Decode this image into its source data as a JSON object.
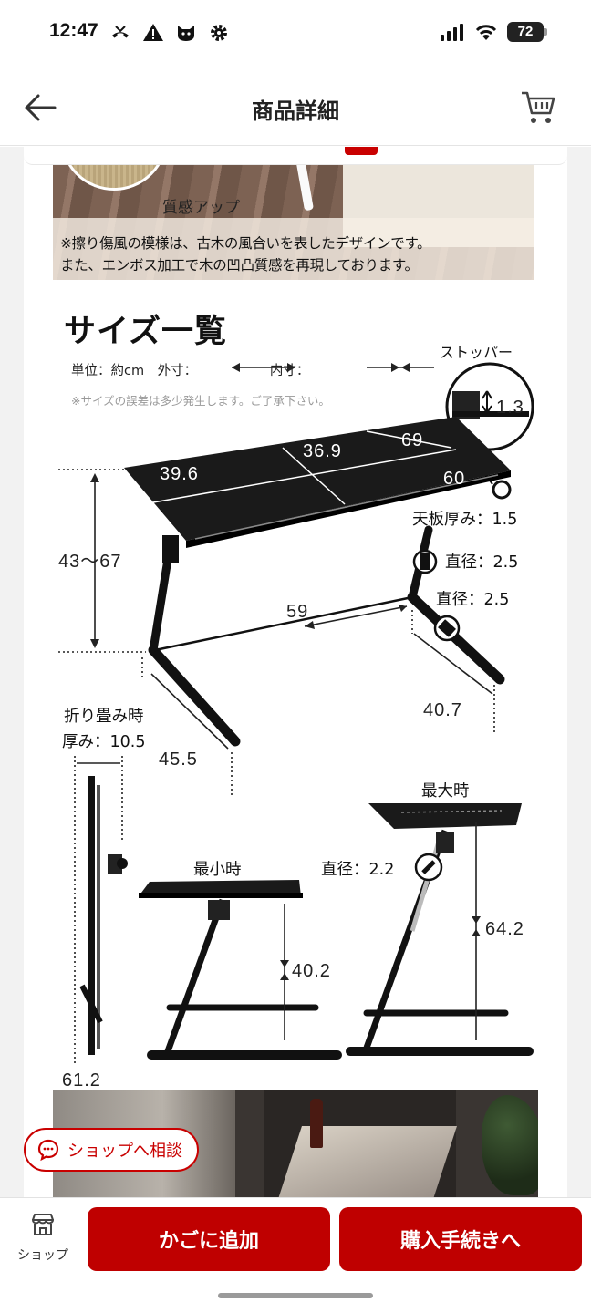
{
  "status_bar": {
    "time": "12:47",
    "battery": "72"
  },
  "header": {
    "title": "商品詳細"
  },
  "banner": {
    "label": "質感アップ",
    "note_line1": "※擦り傷風の模様は、古木の風合いを表したデザインです。",
    "note_line2": "また、エンボス加工で木の凹凸質感を再現しております。"
  },
  "size_chart": {
    "title": "サイズ一覧",
    "units": "単位：約cm　外寸：　　　　　　内寸：",
    "note": "※サイズの誤差は多少発生します。ご了承下さい。",
    "stopper": "ストッパー",
    "stopper_height": "1.3",
    "top_depth": "39.6",
    "inner_depth": "36.9",
    "top_width": "69",
    "inner_width": "60",
    "height_range": "43〜67",
    "top_thickness": "天板厚み：1.5",
    "pipe_diameter_1": "直径：2.5",
    "pipe_diameter_2": "直径：2.5",
    "base_inner_width": "59",
    "base_depth": "40.7",
    "base_width": "45.5",
    "folded_label_1": "折り畳み時",
    "folded_label_2": "厚み：10.5",
    "folded_height": "61.2",
    "min_label": "最小時",
    "min_height": "40.2",
    "max_label": "最大時",
    "max_height": "64.2",
    "max_pipe_diameter": "直径：2.2"
  },
  "consult": {
    "label": "ショップへ相談"
  },
  "bottom_bar": {
    "shop_label": "ショップ",
    "add_to_cart": "かごに追加",
    "checkout": "購入手続きへ"
  },
  "colors": {
    "accent": "#bf0000",
    "chip_border": "#c90000"
  }
}
